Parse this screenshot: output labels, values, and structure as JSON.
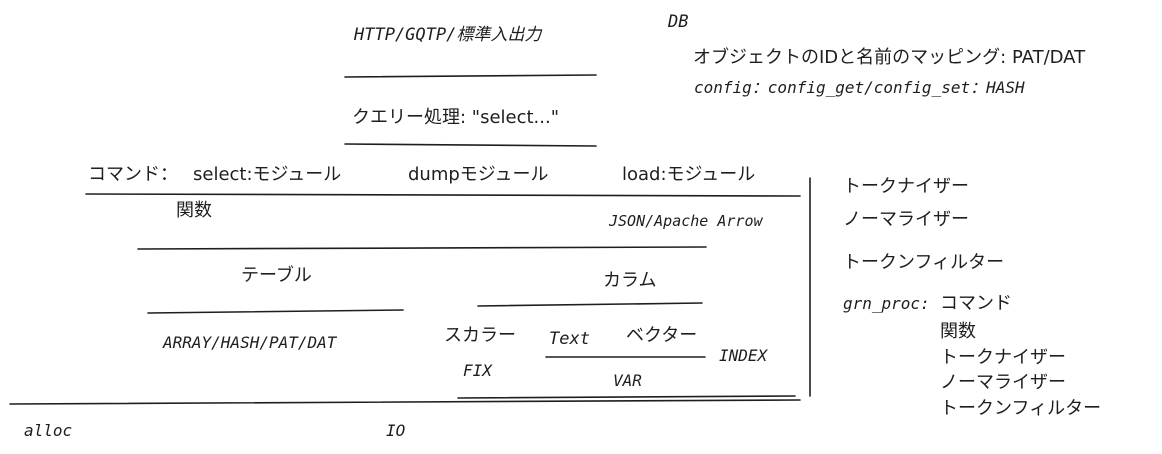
{
  "top": {
    "protocols": "HTTP/GQTP/標準入出力",
    "query": "クエリー処理: \"select...\""
  },
  "db": {
    "title": "DB",
    "mapping": "オブジェクトのIDと名前のマッピング: PAT/DAT",
    "config": "config：config_get/config_set：HASH"
  },
  "commands": {
    "label": "コマンド：",
    "select_module": "select:モジュール",
    "dump_module": "dumpモジュール",
    "load_module": "load:モジュール",
    "functions": "関数",
    "formats": "JSON/Apache Arrow"
  },
  "storage": {
    "table": "テーブル",
    "column": "カラム",
    "table_types": "ARRAY/HASH/PAT/DAT",
    "scalar": "スカラー",
    "text": "Text",
    "vector": "ベクター",
    "fix": "FIX",
    "var": "VAR",
    "index": "INDEX"
  },
  "bottom": {
    "alloc": "alloc",
    "io": "IO"
  },
  "plugins": {
    "tokenizer": "トークナイザー",
    "normalizer": "ノーマライザー",
    "token_filter": "トークンフィルター",
    "grn_proc": "grn_proc:",
    "proc_command": "コマンド",
    "proc_function": "関数",
    "proc_tokenizer": "トークナイザー",
    "proc_normalizer": "ノーマライザー",
    "proc_token_filter": "トークンフィルター"
  }
}
